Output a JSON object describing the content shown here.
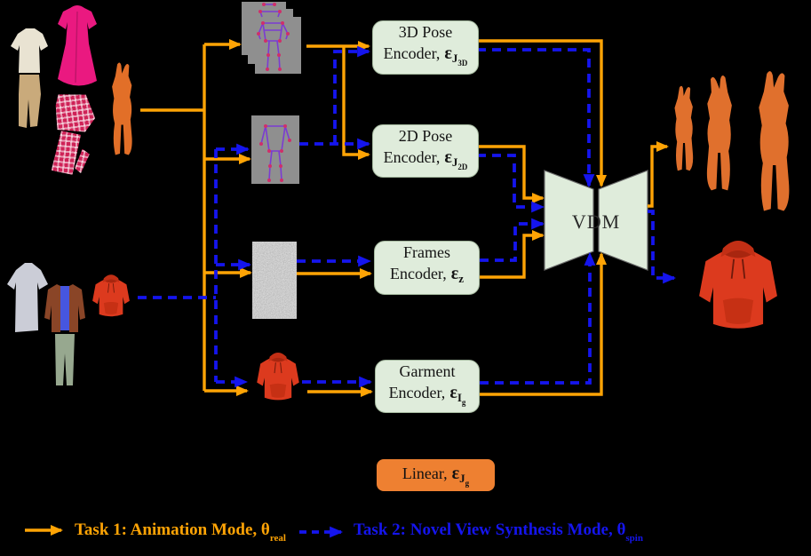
{
  "colors": {
    "background": "#000000",
    "task1_orange": "#ffa405",
    "task2_blue": "#1515ee",
    "encoder_fill": "#dfecdb",
    "encoder_border": "#a4b89e",
    "vdm_fill": "#dfecdb",
    "vdm_border": "#6b6b6b",
    "linear_fill": "#ee8031",
    "pose_frame_gray": "#8f8f8f",
    "skeleton_bone": "#7b3bd2",
    "skeleton_joint": "#cf2f6a"
  },
  "encoders": {
    "pose3d": {
      "line1": "3D Pose",
      "line2": "Encoder,",
      "symbol": "ε",
      "sub": "J",
      "subsub": "3D"
    },
    "pose2d": {
      "line1": "2D Pose",
      "line2": "Encoder,",
      "symbol": "ε",
      "sub": "J",
      "subsub": "2D"
    },
    "frames": {
      "line1": "Frames",
      "line2": "Encoder,",
      "symbol": "ε",
      "sub": "z",
      "subsub": ""
    },
    "garment": {
      "line1": "Garment",
      "line2": "Encoder,",
      "symbol": "ε",
      "sub": "I",
      "subsub": "g"
    }
  },
  "vdm_label": "VDM",
  "linear": {
    "label": "Linear,",
    "symbol": "ε",
    "sub": "J",
    "subsub": "g"
  },
  "legend": {
    "task1_label": "Task 1: Animation Mode, θ",
    "task1_sub": "real",
    "task2_label": "Task 2: Novel View Synthesis Mode, θ",
    "task2_sub": "spin"
  },
  "images": {
    "input_person_clothing": [
      "cream-top-khaki-pants",
      "magenta-dress",
      "pink-plaid-garment",
      "orange-jumpsuit-figure"
    ],
    "input_garments": [
      "gray-tshirt",
      "brown-jacket-outfit",
      "red-hoodie"
    ],
    "conditioning": [
      "3d-pose-skeleton-frames",
      "2d-pose-skeleton",
      "noise-frames",
      "garment-red-hoodie"
    ],
    "outputs": [
      "animated-orange-figures",
      "novel-view-red-hoodie"
    ]
  }
}
